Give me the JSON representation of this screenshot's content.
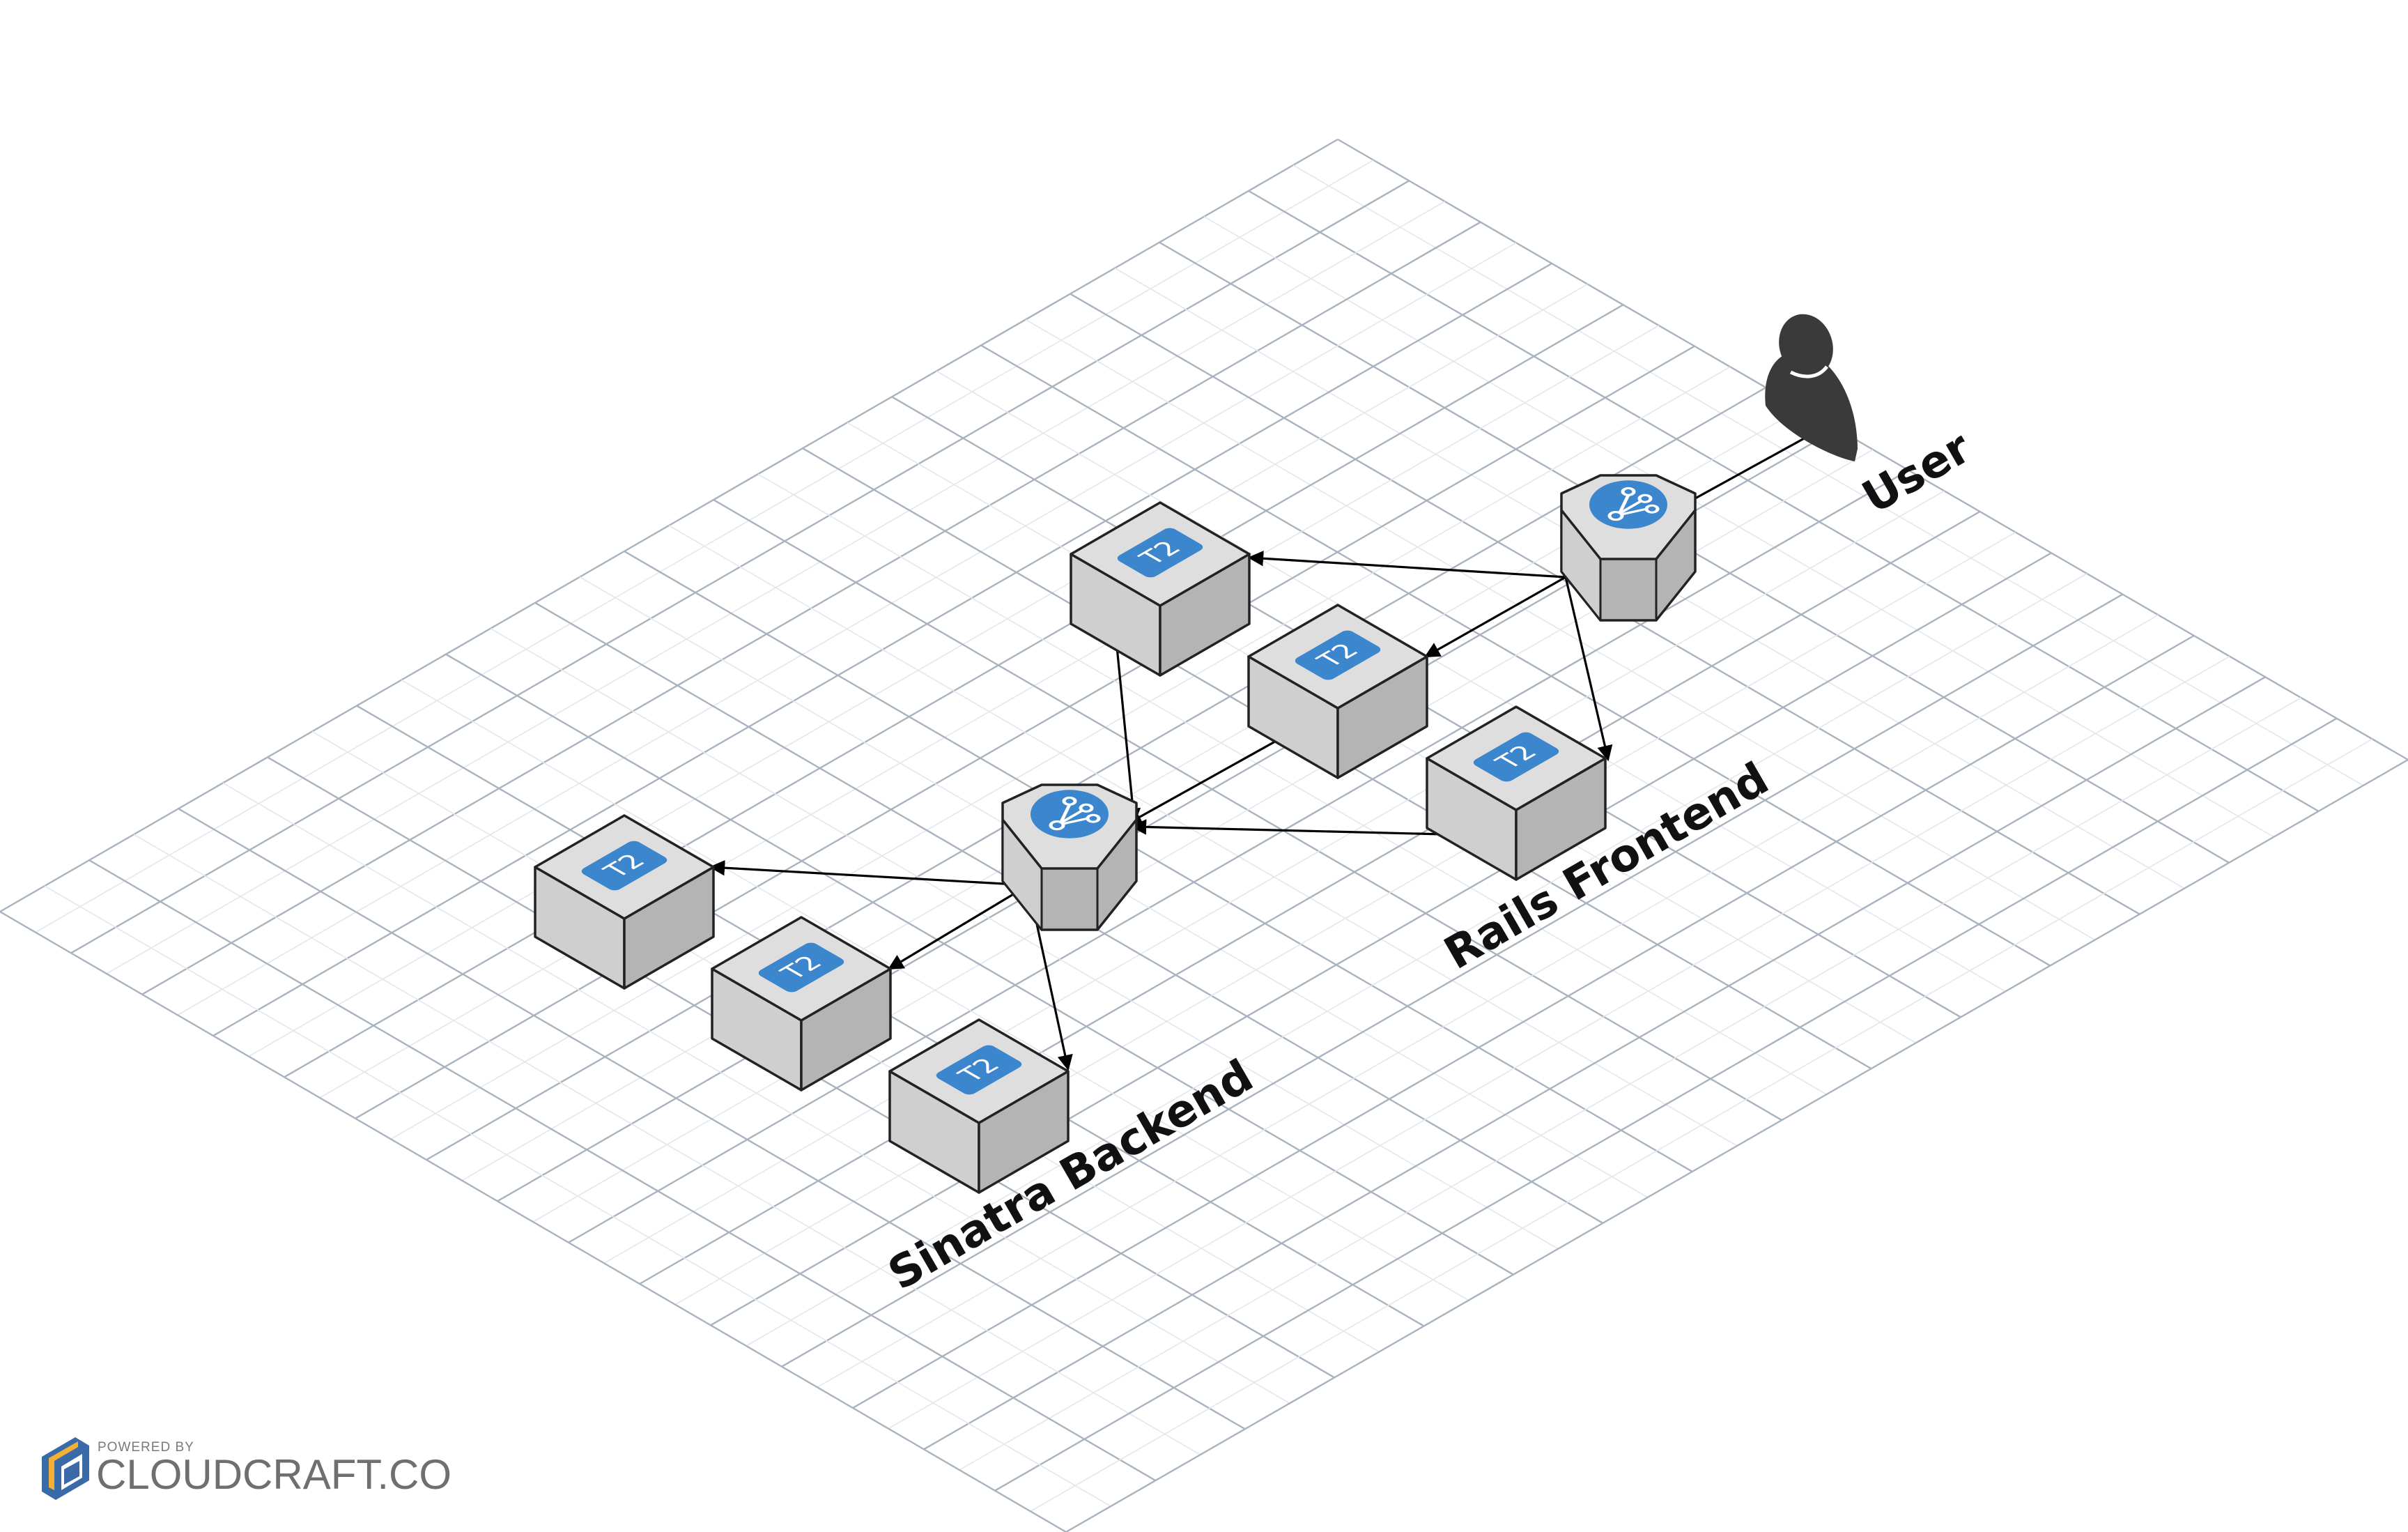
{
  "diagram": {
    "labels": {
      "user": "User",
      "frontend": "Rails Frontend",
      "backend": "Sinatra Backend"
    },
    "instance_badge": "T2",
    "nodes": {
      "user": {
        "type": "user",
        "icon": "user-icon"
      },
      "lb_front": {
        "type": "load-balancer",
        "icon": "load-balancer-icon"
      },
      "lb_back": {
        "type": "load-balancer",
        "icon": "load-balancer-icon"
      },
      "frontend": [
        {
          "type": "ec2-instance",
          "badge": "T2"
        },
        {
          "type": "ec2-instance",
          "badge": "T2"
        },
        {
          "type": "ec2-instance",
          "badge": "T2"
        }
      ],
      "backend": [
        {
          "type": "ec2-instance",
          "badge": "T2"
        },
        {
          "type": "ec2-instance",
          "badge": "T2"
        },
        {
          "type": "ec2-instance",
          "badge": "T2"
        }
      ]
    },
    "connections": [
      {
        "from": "user",
        "to": "lb_front"
      },
      {
        "from": "lb_front",
        "to": "frontend.0"
      },
      {
        "from": "lb_front",
        "to": "frontend.1"
      },
      {
        "from": "lb_front",
        "to": "frontend.2"
      },
      {
        "from": "frontend.0",
        "to": "lb_back"
      },
      {
        "from": "frontend.1",
        "to": "lb_back"
      },
      {
        "from": "frontend.2",
        "to": "lb_back"
      },
      {
        "from": "lb_back",
        "to": "backend.0"
      },
      {
        "from": "lb_back",
        "to": "backend.1"
      },
      {
        "from": "lb_back",
        "to": "backend.2"
      }
    ],
    "colors": {
      "grid_major": "#a9b3bf",
      "grid_minor": "#e3e7ec",
      "box_top": "#dedede",
      "box_left": "#cfcfcf",
      "box_right": "#b4b4b4",
      "badge": "#3c86cd",
      "user": "#3a3a3a",
      "arrow": "#000000"
    }
  },
  "branding": {
    "powered_by": "POWERED BY",
    "name": "CLOUDCRAFT.CO"
  }
}
